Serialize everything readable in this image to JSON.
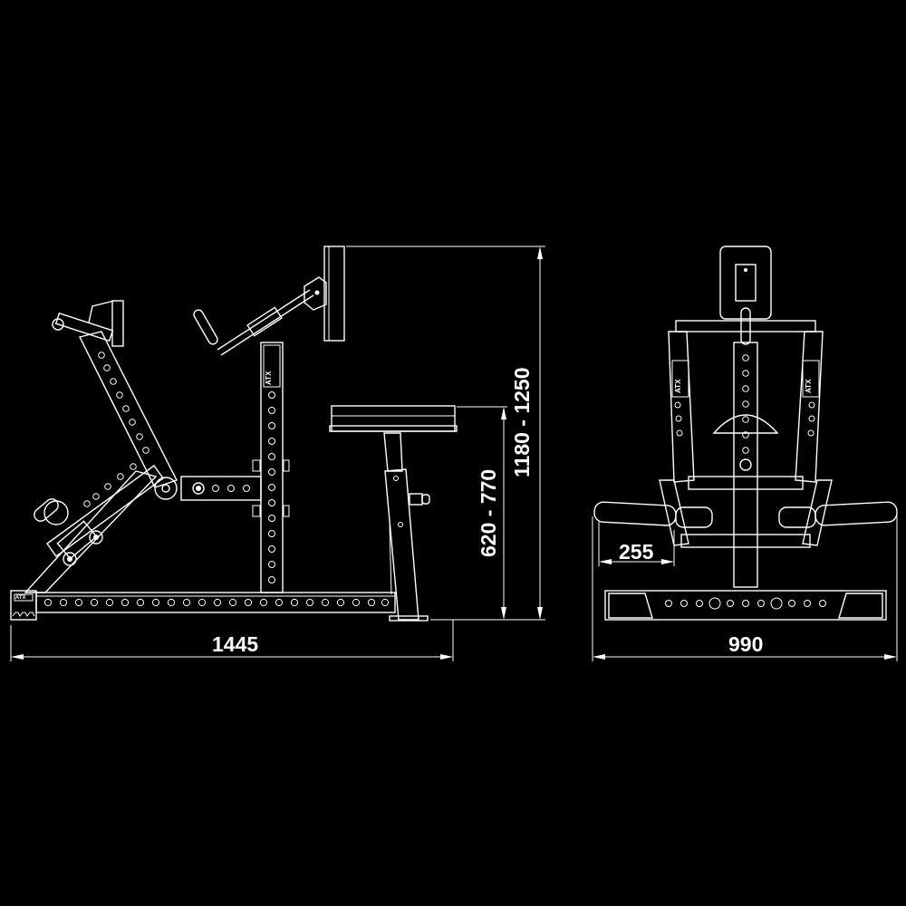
{
  "diagram": {
    "type": "technical-drawing",
    "subject": "Plate-loaded exercise machine, side and front elevation",
    "colors": {
      "background": "#000000",
      "line": "#ffffff"
    },
    "brand_mark": "ATX",
    "views": [
      {
        "name": "side-view"
      },
      {
        "name": "front-view"
      }
    ],
    "dimensions": {
      "side_length": "1445",
      "overall_height": "1180 - 1250",
      "seat_height": "620 - 770",
      "front_width": "990",
      "handle_length": "255"
    }
  }
}
